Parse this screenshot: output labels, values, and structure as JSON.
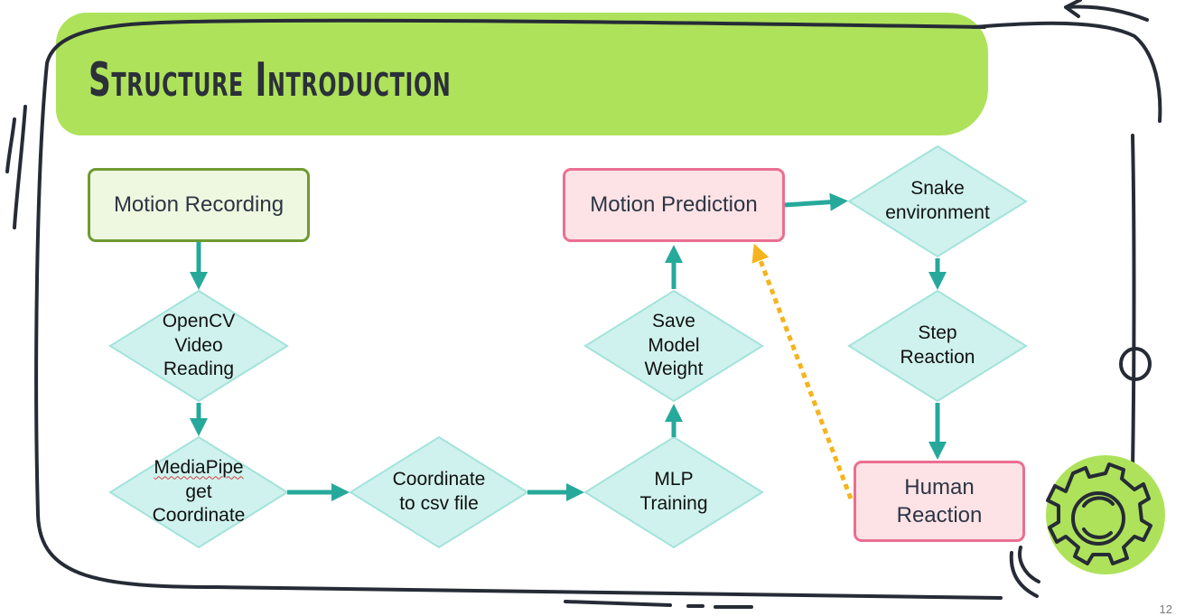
{
  "title": "Structure Introduction",
  "page_number": "12",
  "colors": {
    "title_band": "#aee25a",
    "diamond_fill": "#cff2ee",
    "arrow": "#26a99b",
    "feedback_arrow": "#f5b41e",
    "green_border": "#6f9a32",
    "pink_border": "#ea6f92",
    "frame": "#262b36"
  },
  "nodes": {
    "motion_recording": "Motion Recording",
    "opencv": "OpenCV\nVideo\nReading",
    "mediapipe": {
      "word": "MediaPipe",
      "rest": "get\nCoordinate"
    },
    "coordinate_csv": "Coordinate\nto csv file",
    "mlp_training": "MLP\nTraining",
    "save_weight": "Save\nModel\nWeight",
    "motion_prediction": "Motion Prediction",
    "snake_env": "Snake\nenvironment",
    "step_reaction": "Step\nReaction",
    "human_reaction": "Human\nReaction"
  },
  "decorations": {
    "gear_icon": "gear-icon"
  }
}
